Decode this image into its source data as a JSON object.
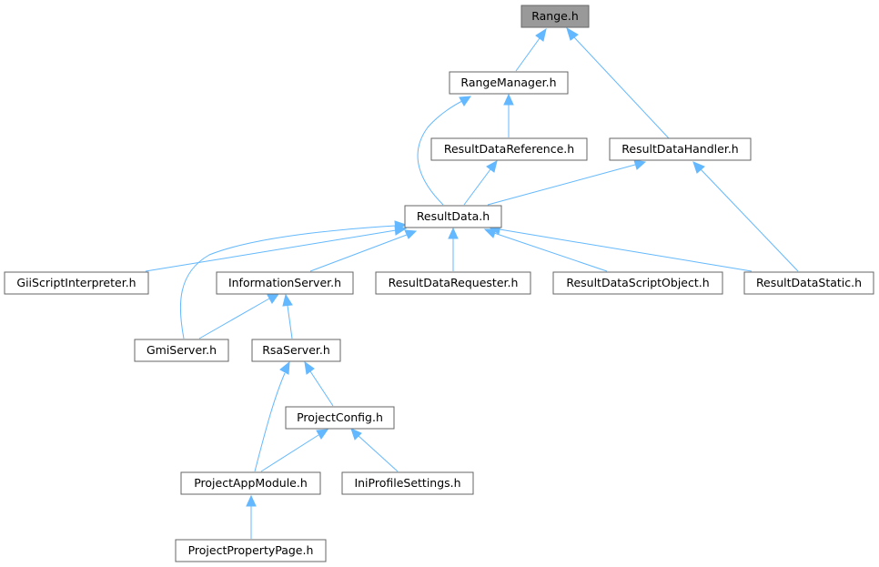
{
  "diagram": {
    "colors": {
      "edge": "#63b8ff",
      "node_border": "#666666",
      "root_fill": "#999999",
      "node_fill": "#ffffff"
    },
    "nodes": {
      "range": "Range.h",
      "range_manager": "RangeManager.h",
      "result_data_reference": "ResultDataReference.h",
      "result_data_handler": "ResultDataHandler.h",
      "result_data": "ResultData.h",
      "gii_script_interpreter": "GiiScriptInterpreter.h",
      "information_server": "InformationServer.h",
      "result_data_requester": "ResultDataRequester.h",
      "result_data_script_object": "ResultDataScriptObject.h",
      "result_data_static": "ResultDataStatic.h",
      "gmi_server": "GmiServer.h",
      "rsa_server": "RsaServer.h",
      "project_config": "ProjectConfig.h",
      "project_app_module": "ProjectAppModule.h",
      "ini_profile_settings": "IniProfileSettings.h",
      "project_property_page": "ProjectPropertyPage.h"
    }
  }
}
